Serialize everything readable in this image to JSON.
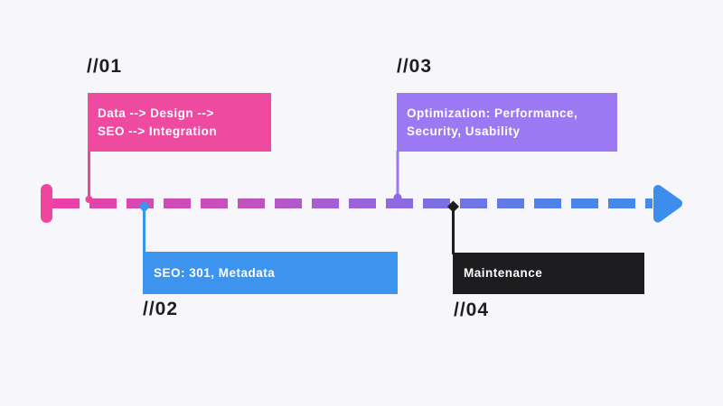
{
  "diagram": {
    "type": "horizontal-dashed-arrow-timeline",
    "background_color": "#f7f7fb",
    "label_text_color": "#1d1d22",
    "box_text_color": "#ffffff",
    "axis": {
      "gradient": [
        "#ee3fa4",
        "#c052c0",
        "#8f69e0",
        "#4e82e8",
        "#3d8ded"
      ],
      "start_cap_color": "#ee459f",
      "arrowhead_color": "#3d8ded",
      "style": "dashed"
    }
  },
  "milestones": [
    {
      "label": "//01",
      "line1": "Data --> Design -->",
      "line2": "SEO --> Integration",
      "color": "#ee4a9f",
      "position": "above-line"
    },
    {
      "label": "//02",
      "line1": "SEO: 301, Metadata",
      "color": "#3d94ef",
      "position": "below-line"
    },
    {
      "label": "//03",
      "line1": "Optimization: Performance,",
      "line2": "Security, Usability",
      "color": "#9b79f2",
      "position": "above-line"
    },
    {
      "label": "//04",
      "line1": "Maintenance",
      "color": "#1d1d1f",
      "position": "below-line"
    }
  ]
}
